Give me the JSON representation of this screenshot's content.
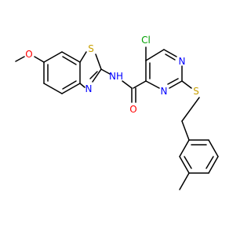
{
  "atoms": {
    "O_methoxy": {
      "symbol": "O",
      "color": "#ff0000"
    },
    "S_thiazole": {
      "symbol": "S",
      "color": "#c8a000"
    },
    "N_thiazole": {
      "symbol": "N",
      "color": "#0000ff"
    },
    "N_amide": {
      "symbol": "NH",
      "color": "#0000ff"
    },
    "O_amide": {
      "symbol": "O",
      "color": "#ff0000"
    },
    "Cl": {
      "symbol": "Cl",
      "color": "#00a000"
    },
    "N_pyr_top": {
      "symbol": "N",
      "color": "#0000ff"
    },
    "N_pyr_bottom": {
      "symbol": "N",
      "color": "#0000ff"
    },
    "S_thioether": {
      "symbol": "S",
      "color": "#c8a000"
    }
  }
}
